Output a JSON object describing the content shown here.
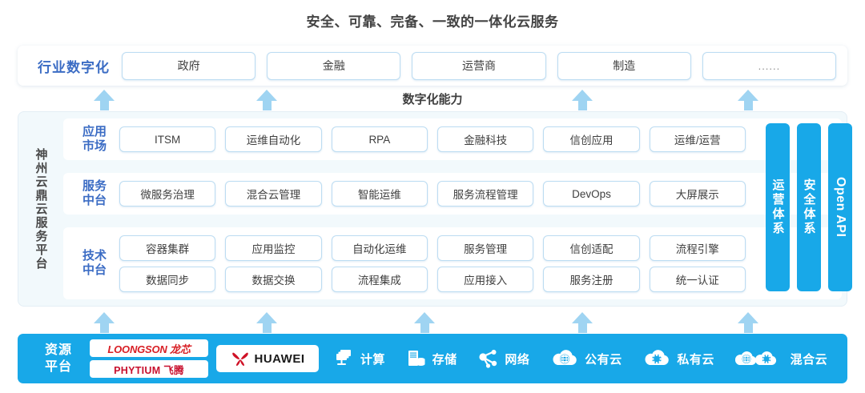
{
  "title": "安全、可靠、完备、一致的一体化云服务",
  "industry": {
    "label": "行业数字化",
    "items": [
      {
        "label": "政府"
      },
      {
        "label": "金融"
      },
      {
        "label": "运营商"
      },
      {
        "label": "制造"
      },
      {
        "label": "......"
      }
    ]
  },
  "capability_label": "数字化能力",
  "platform": {
    "vertical_label": "神州云鼎云服务平台",
    "bands": [
      {
        "label_line1": "应用",
        "label_line2": "市场",
        "rows": [
          [
            "ITSM",
            "运维自动化",
            "RPA",
            "金融科技",
            "信创应用",
            "运维/运营"
          ]
        ]
      },
      {
        "label_line1": "服务",
        "label_line2": "中台",
        "rows": [
          [
            "微服务治理",
            "混合云管理",
            "智能运维",
            "服务流程管理",
            "DevOps",
            "大屏展示"
          ]
        ]
      },
      {
        "label_line1": "技术",
        "label_line2": "中台",
        "rows": [
          [
            "容器集群",
            "应用监控",
            "自动化运维",
            "服务管理",
            "信创适配",
            "流程引擎"
          ],
          [
            "数据同步",
            "数据交换",
            "流程集成",
            "应用接入",
            "服务注册",
            "统一认证"
          ]
        ]
      }
    ],
    "vertical_bars": [
      {
        "label": "运营体系",
        "orientation": "cn"
      },
      {
        "label": "安全体系",
        "orientation": "cn"
      },
      {
        "label": "Open API",
        "orientation": "en"
      }
    ]
  },
  "resource": {
    "label_line1": "资源",
    "label_line2": "平台",
    "chips": [
      {
        "label": "LOONGSON 龙芯",
        "name": "loongson"
      },
      {
        "label": "PHYTIUM 飞腾",
        "name": "phytium"
      }
    ],
    "huawei_label": "HUAWEI",
    "items": [
      {
        "label": "计算",
        "icon": "compute-icon"
      },
      {
        "label": "存储",
        "icon": "storage-icon"
      },
      {
        "label": "网络",
        "icon": "network-icon"
      },
      {
        "label": "公有云",
        "icon": "public-cloud-icon"
      },
      {
        "label": "私有云",
        "icon": "private-cloud-icon"
      },
      {
        "label": "混合云",
        "icon": "hybrid-cloud-icon"
      }
    ]
  },
  "colors": {
    "accent_blue": "#18a8e8",
    "label_blue": "#3b6cc4",
    "arrow_blue": "#9fd4f2",
    "panel_bg": "#f2f9fc",
    "pill_border": "#bcdcf2",
    "brand_red": "#d81e24"
  }
}
